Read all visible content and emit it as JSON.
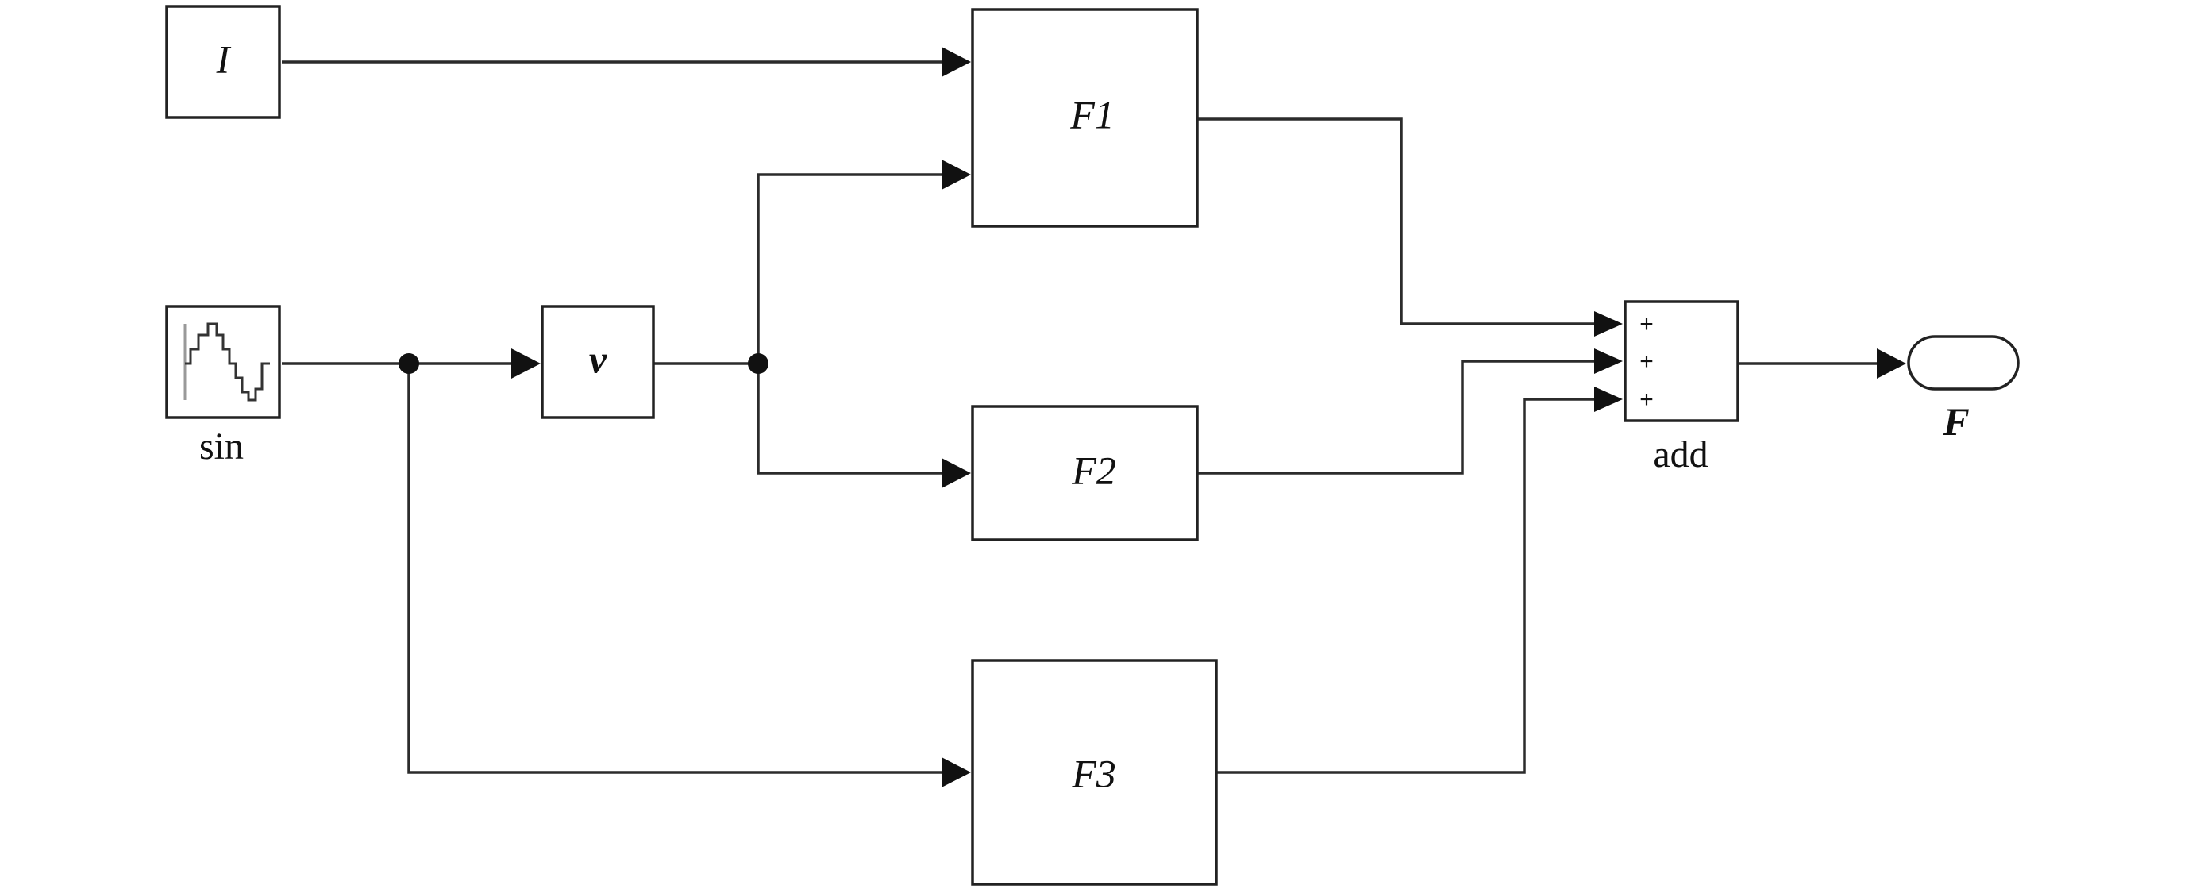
{
  "blocks": {
    "constant_I": {
      "label": "I"
    },
    "sine_source": {
      "caption": "sin"
    },
    "velocity": {
      "label": "v"
    },
    "f1": {
      "label": "F1"
    },
    "f2": {
      "label": "F2"
    },
    "f3": {
      "label": "F3"
    },
    "sum": {
      "caption": "add",
      "signs": [
        "+",
        "+",
        "+"
      ]
    },
    "output": {
      "caption": "F"
    }
  },
  "colors": {
    "line": "#2b2b2b",
    "block_border": "#222222",
    "background": "#ffffff"
  }
}
